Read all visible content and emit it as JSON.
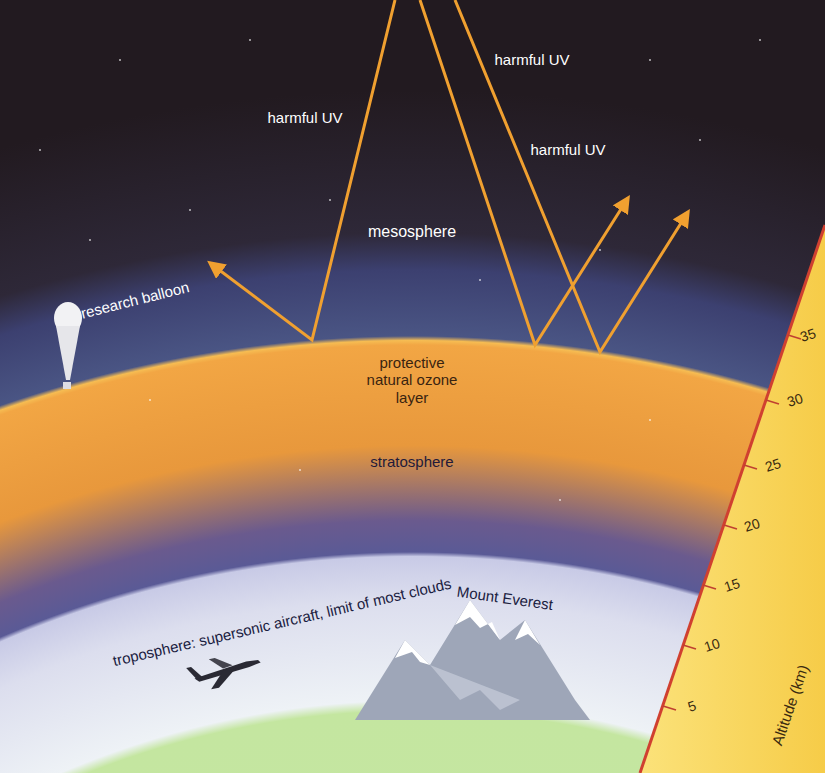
{
  "diagram": {
    "labels": [
      "harmful UV",
      "harmful UV",
      "harmful UV",
      "mesosphere",
      "research balloon",
      "protective natural ozone layer",
      "stratosphere",
      "troposphere: supersonic aircraft, limit of most clouds",
      "Mount Everest",
      "35",
      "30",
      "25",
      "20",
      "15",
      "10",
      "5",
      "Altitude (km)"
    ]
  }
}
